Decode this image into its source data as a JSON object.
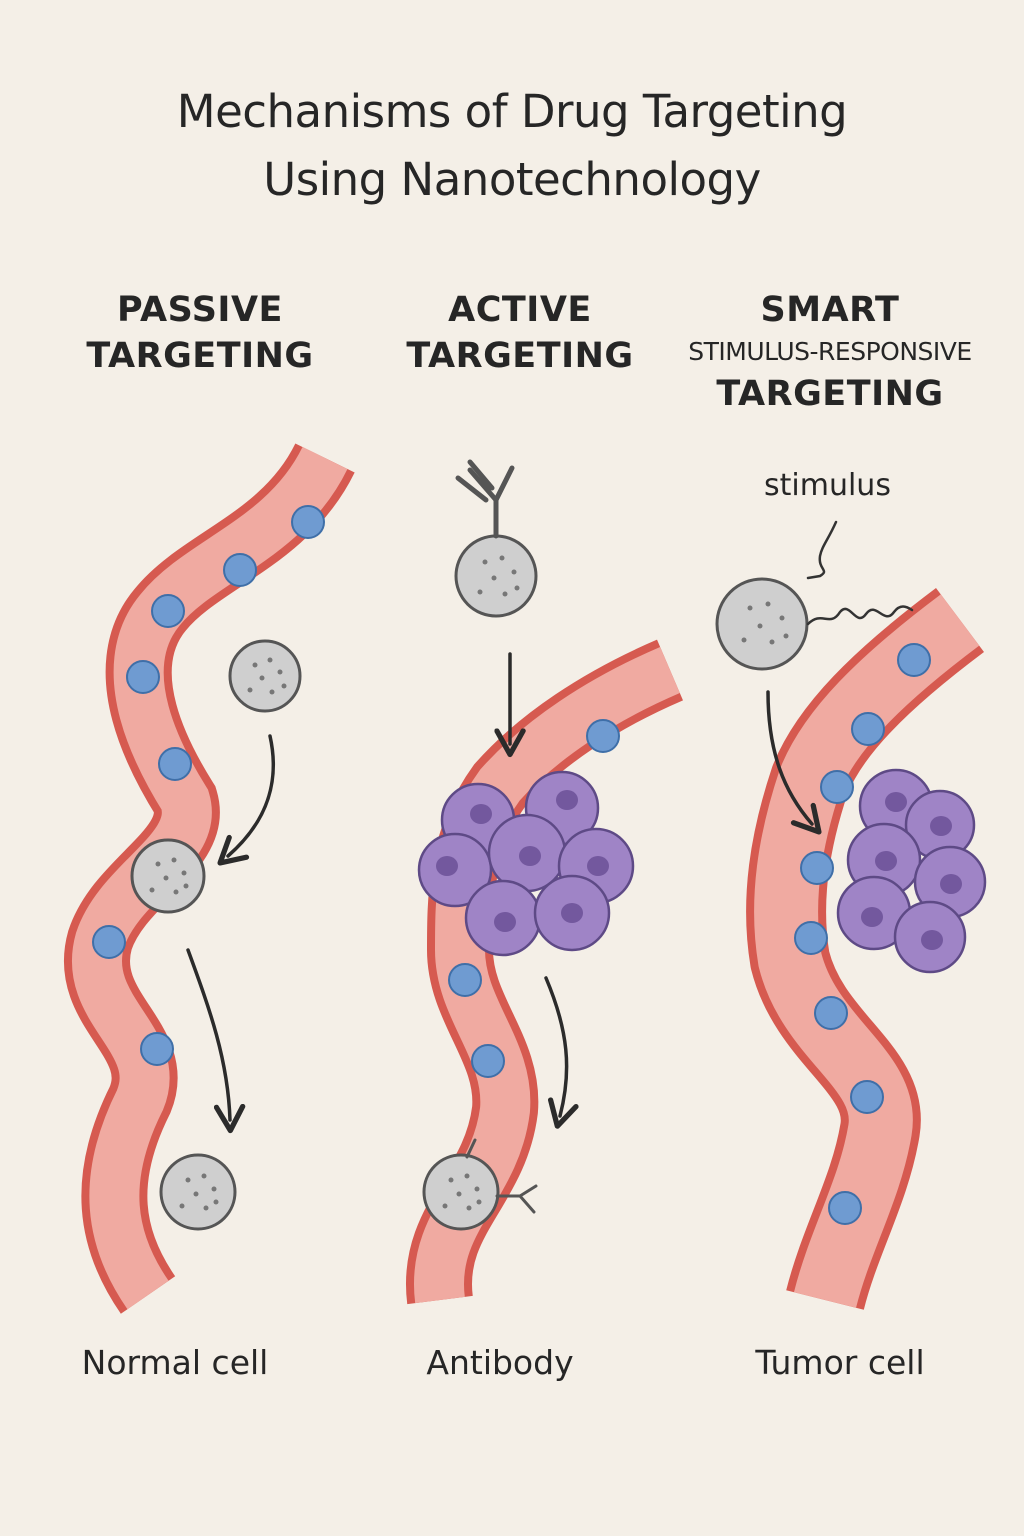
{
  "title": {
    "line1": "Mechanisms of Drug Targeting",
    "line2": "Using Nanotechnology"
  },
  "columns": [
    {
      "heading_line1": "PASSIVE",
      "heading_line2": "TARGETING",
      "bottom_label": "Normal cell"
    },
    {
      "heading_line1": "ACTIVE",
      "heading_line2": "TARGETING",
      "bottom_label": "Antibody"
    },
    {
      "heading_line1": "SMART",
      "heading_sub": "STIMULUS-RESPONSIVE",
      "heading_line2": "TARGETING",
      "bottom_label": "Tumor cell"
    }
  ],
  "annotations": {
    "stimulus": "stimulus"
  },
  "colors": {
    "background": "#f4efe7",
    "vessel_wall": "#d65a50",
    "vessel_lumen": "#f0aaa1",
    "blood_cell": "#6f9bd1",
    "nanoparticle": "#cfcfcf",
    "tumor_cell": "#9f84c6",
    "tumor_nucleus": "#73589e",
    "arrow": "#2b2b2b"
  },
  "icons": [
    "nanoparticle-icon",
    "antibody-icon",
    "tumor-cell-icon",
    "blood-cell-icon",
    "arrow-icon",
    "stimulus-wave-icon"
  ]
}
